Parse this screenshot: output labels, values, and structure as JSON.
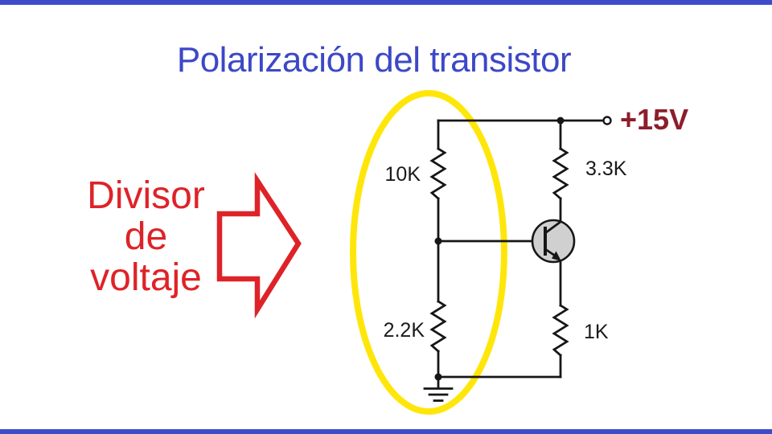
{
  "slide": {
    "title": "Polarización del transistor",
    "title_color": "#3C48C6",
    "rule_color": "#3E4BCB"
  },
  "callout": {
    "text": "Divisor\nde\nvoltaje",
    "color": "#DE2328",
    "arrow_icon": "block-arrow-right"
  },
  "highlight": {
    "shape": "ellipse",
    "color": "#FFE60A"
  },
  "circuit": {
    "supply": {
      "label": "+15V",
      "color": "#8C1E2B"
    },
    "resistors": [
      {
        "value": "10K",
        "position": "upper-left"
      },
      {
        "value": "3.3K",
        "position": "upper-right"
      },
      {
        "value": "2.2K",
        "position": "lower-left"
      },
      {
        "value": "1K",
        "position": "lower-right"
      }
    ],
    "transistor_icon": "npn-transistor",
    "ground_icon": "ground-symbol",
    "line_color": "#161616",
    "transistor_fill": "#D0D0D0"
  }
}
